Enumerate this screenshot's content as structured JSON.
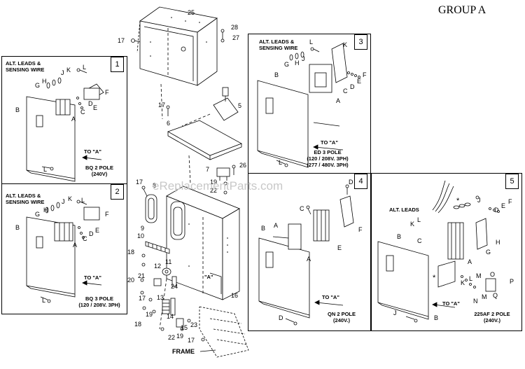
{
  "header": {
    "group_label": "GROUP A"
  },
  "watermark": "eReplacementParts.com",
  "panels": [
    {
      "number": "1",
      "leads": [
        "ALT. LEADS &",
        "SENSING WIRE"
      ],
      "to_a": "TO \"A\"",
      "caption": [
        "BQ 2 POLE",
        "(240V)"
      ],
      "labels": {
        "l1": "L",
        "g": "G",
        "h": "H",
        "j": "J",
        "k": "K",
        "f": "F",
        "b": "B",
        "d": "D",
        "e": "E",
        "c": "C",
        "a": "A",
        "l2": "L"
      }
    },
    {
      "number": "2",
      "leads": [
        "ALT. LEADS &",
        "SENSING WIRE"
      ],
      "to_a": "TO \"A\"",
      "caption": [
        "BQ 3 POLE",
        "(120 / 208V. 3PH)"
      ],
      "labels": {
        "l1": "L",
        "g": "G",
        "h": "H",
        "j": "J",
        "k": "K",
        "f": "F",
        "b": "B",
        "d": "D",
        "e": "E",
        "c": "C",
        "a": "A",
        "l2": "L"
      }
    },
    {
      "number": "3",
      "leads": [
        "ALT. LEADS &",
        "SENSING WIRE"
      ],
      "to_a": "TO \"A\"",
      "caption": [
        "ED 3 POLE",
        "(120 / 208V. 3PH)",
        "(277 / 480V. 3PH)"
      ],
      "labels": {
        "l1": "L",
        "k": "K",
        "g": "G",
        "h": "H",
        "j": "J",
        "b": "B",
        "f": "F",
        "e": "E",
        "d": "D",
        "c": "C",
        "a": "A",
        "l2": "L"
      }
    },
    {
      "number": "4",
      "to_a": "TO \"A\"",
      "caption": [
        "QN 2 POLE",
        "(240V.)"
      ],
      "labels": {
        "d": "D",
        "c": "C",
        "b": "B",
        "a1": "A",
        "f": "F",
        "e": "E",
        "a2": "A",
        "d2": "D"
      }
    },
    {
      "number": "5",
      "leads": [
        "ALT. LEADS"
      ],
      "to_a": "TO \"A\"",
      "caption": [
        "225AF 2 POLE",
        "(240V.)"
      ],
      "labels": {
        "j": "J",
        "k": "K",
        "l": "L",
        "b": "B",
        "c": "C",
        "d": "D",
        "e": "E",
        "f": "F",
        "g": "G",
        "h": "H",
        "a": "A",
        "k2": "K",
        "l2": "L",
        "m": "M",
        "n": "N",
        "m2": "M",
        "o": "O",
        "q": "Q",
        "p": "P",
        "b2": "B",
        "j2": "J",
        "star1": "*",
        "star2": "*"
      }
    }
  ],
  "center": {
    "callouts": [
      "25",
      "28",
      "27",
      "17",
      "5",
      "17",
      "6",
      "7",
      "26",
      "19",
      "22",
      "17",
      "8",
      "9",
      "10",
      "18",
      "11",
      "12",
      "20",
      "21",
      "24",
      "17",
      "13",
      "19",
      "18",
      "14",
      "22",
      "19",
      "15",
      "23",
      "17",
      "16"
    ],
    "a_mark": "\"A\"",
    "frame_label": "FRAME"
  }
}
